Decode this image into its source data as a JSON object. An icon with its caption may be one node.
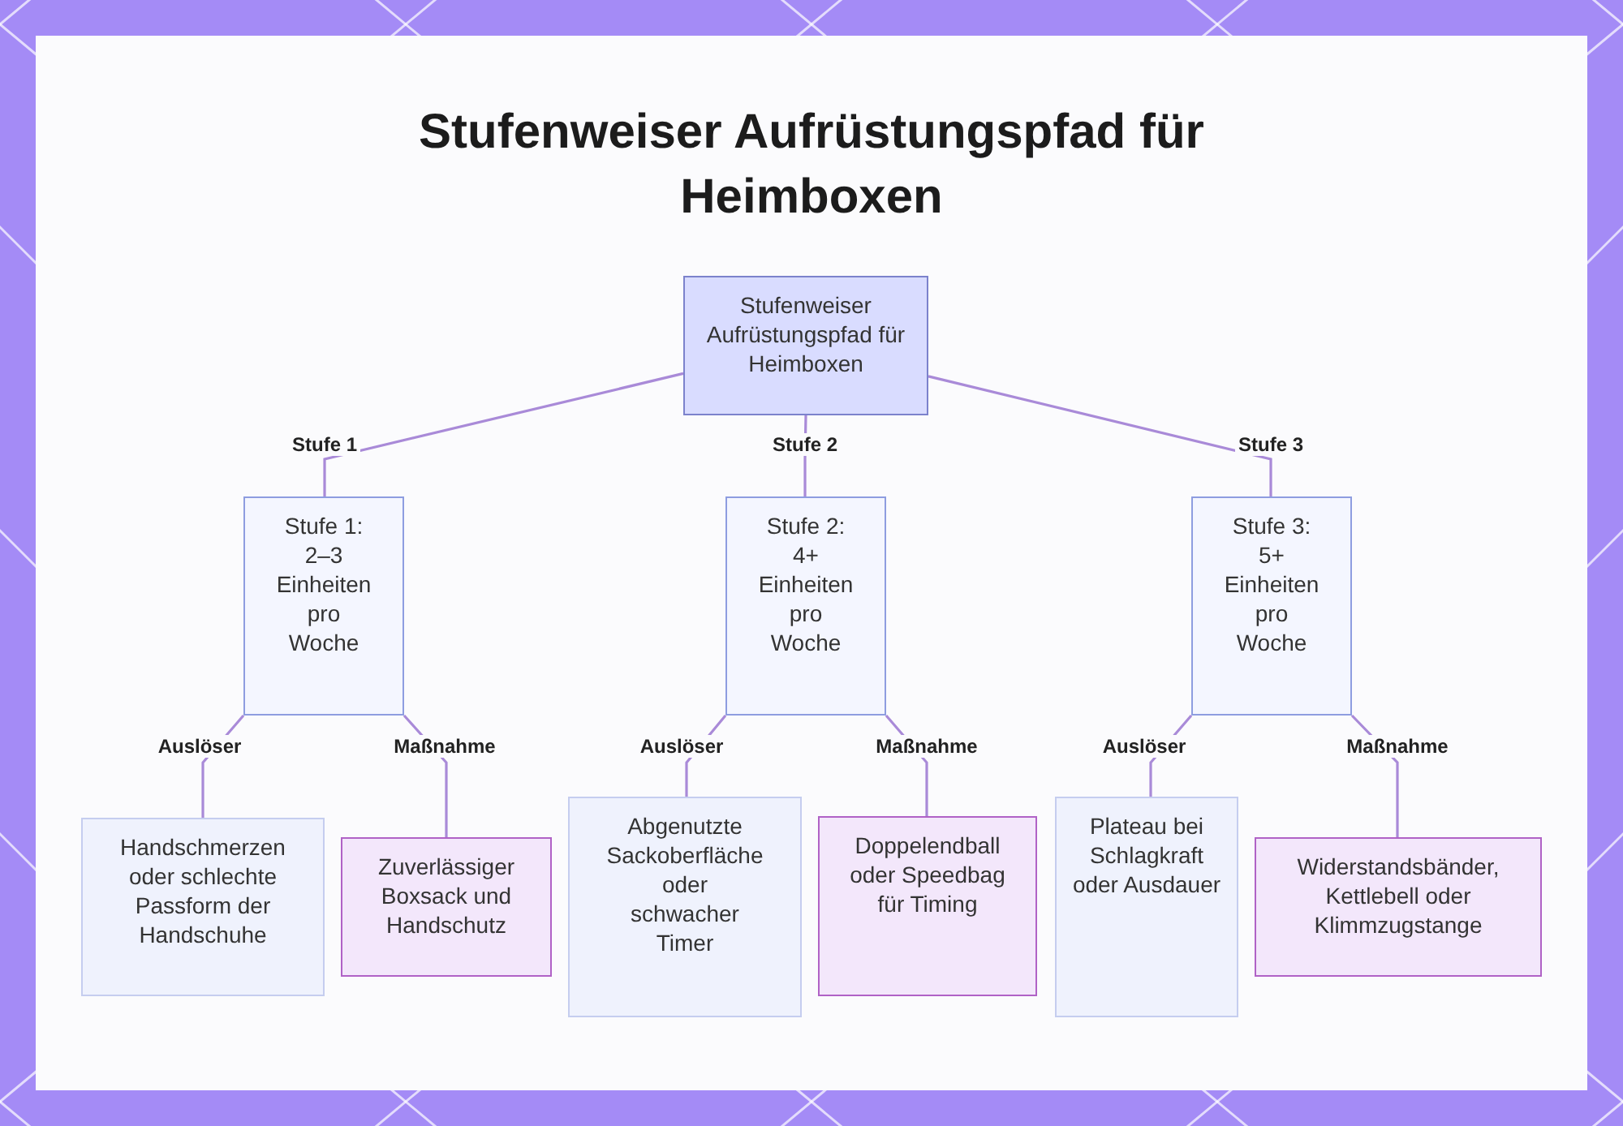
{
  "diagram": {
    "title": "Stufenweiser Aufrüstungspfad für Heimboxen",
    "nodes": [
      {
        "text": [
          "Stufenweiser Aufrüstungspfad für Heimboxen"
        ]
      },
      {
        "text": [
          "Stufe 1: 2–3 Einheiten pro Woche"
        ]
      },
      {
        "text": [
          "Stufe 2: 4+ Einheiten pro Woche"
        ]
      },
      {
        "text": [
          "Stufe 3: 5+ Einheiten pro Woche"
        ]
      },
      {
        "text": [
          "Handschmerzen oder schlechte Passform der Handschuhe"
        ]
      },
      {
        "text": [
          "Zuverlässiger Boxsack und Handschutz"
        ]
      },
      {
        "text": [
          "Abgenutzte Sackoberfläche oder schwacher Timer"
        ]
      },
      {
        "text": [
          "Doppelendball oder Speedbag für Timing"
        ]
      },
      {
        "text": [
          "Plateau bei Schlagkraft oder Ausdauer"
        ]
      },
      {
        "text": [
          "Widerstandsbänder, Kettlebell oder Klimmzugstange"
        ]
      }
    ],
    "edges": [
      {
        "from": 0,
        "to": 1,
        "arrow": "none",
        "label": "Stufe 1"
      },
      {
        "from": 0,
        "to": 2,
        "arrow": "none",
        "label": "Stufe 2"
      },
      {
        "from": 0,
        "to": 3,
        "arrow": "none",
        "label": "Stufe 3"
      },
      {
        "from": 1,
        "to": 4,
        "arrow": "none",
        "label": "Auslöser"
      },
      {
        "from": 1,
        "to": 5,
        "arrow": "none",
        "label": "Maßnahme"
      },
      {
        "from": 2,
        "to": 6,
        "arrow": "none",
        "label": "Auslöser"
      },
      {
        "from": 2,
        "to": 7,
        "arrow": "none",
        "label": "Maßnahme"
      },
      {
        "from": 3,
        "to": 8,
        "arrow": "none",
        "label": "Auslöser"
      },
      {
        "from": 3,
        "to": 9,
        "arrow": "none",
        "label": "Maßnahme"
      }
    ]
  }
}
